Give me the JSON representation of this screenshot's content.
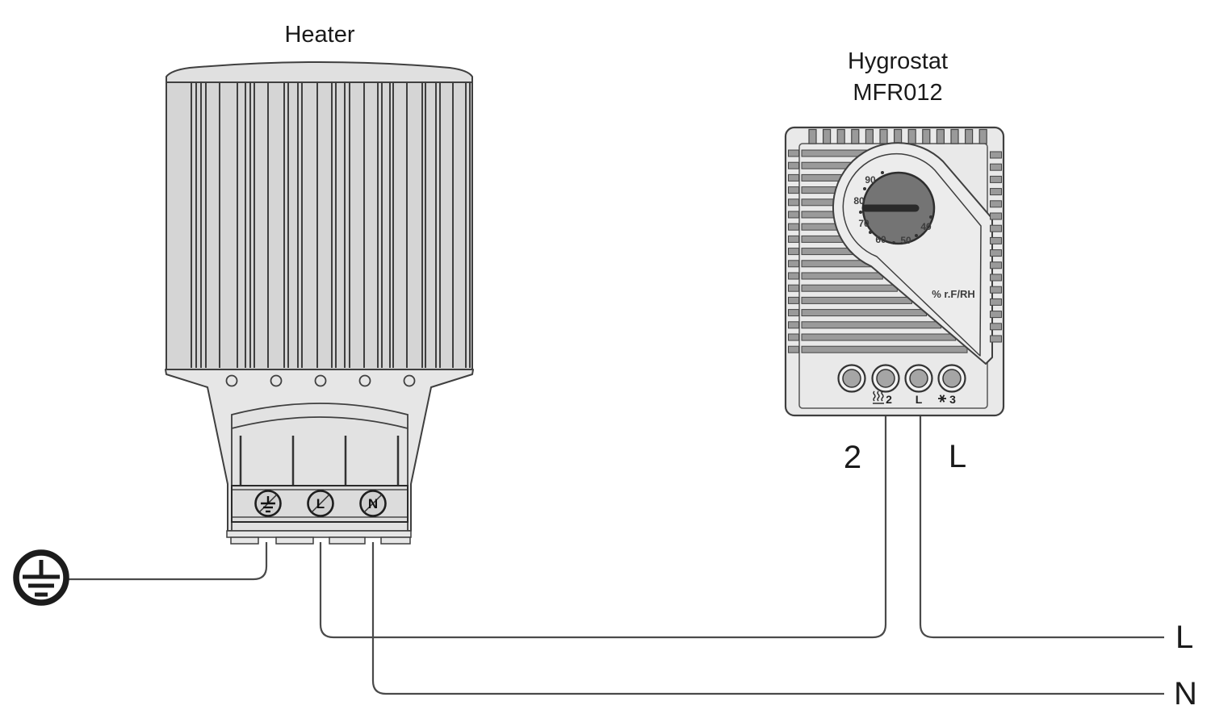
{
  "page": {
    "background": "#ffffff"
  },
  "colors": {
    "outline": "#3f3f3f",
    "wire": "#4a4a4a",
    "metal_light": "#e6e6e6",
    "metal_mid": "#d5d5d5",
    "slat_gray": "#9a9a9a",
    "dial_gray": "#747474",
    "label_text": "#1a1a1a"
  },
  "heater": {
    "title": "Heater",
    "terminal_l": "L",
    "terminal_n": "N"
  },
  "hygrostat": {
    "title": "Hygrostat",
    "model": "MFR012",
    "scale": [
      "90",
      "80",
      "70",
      "60",
      "50",
      "40"
    ],
    "unit": "% r.F/RH",
    "terminal_2": "2",
    "terminal_l": "L",
    "terminal_3": "3"
  },
  "wiring": {
    "tap_2": "2",
    "tap_l": "L",
    "line": "L",
    "neutral": "N"
  }
}
